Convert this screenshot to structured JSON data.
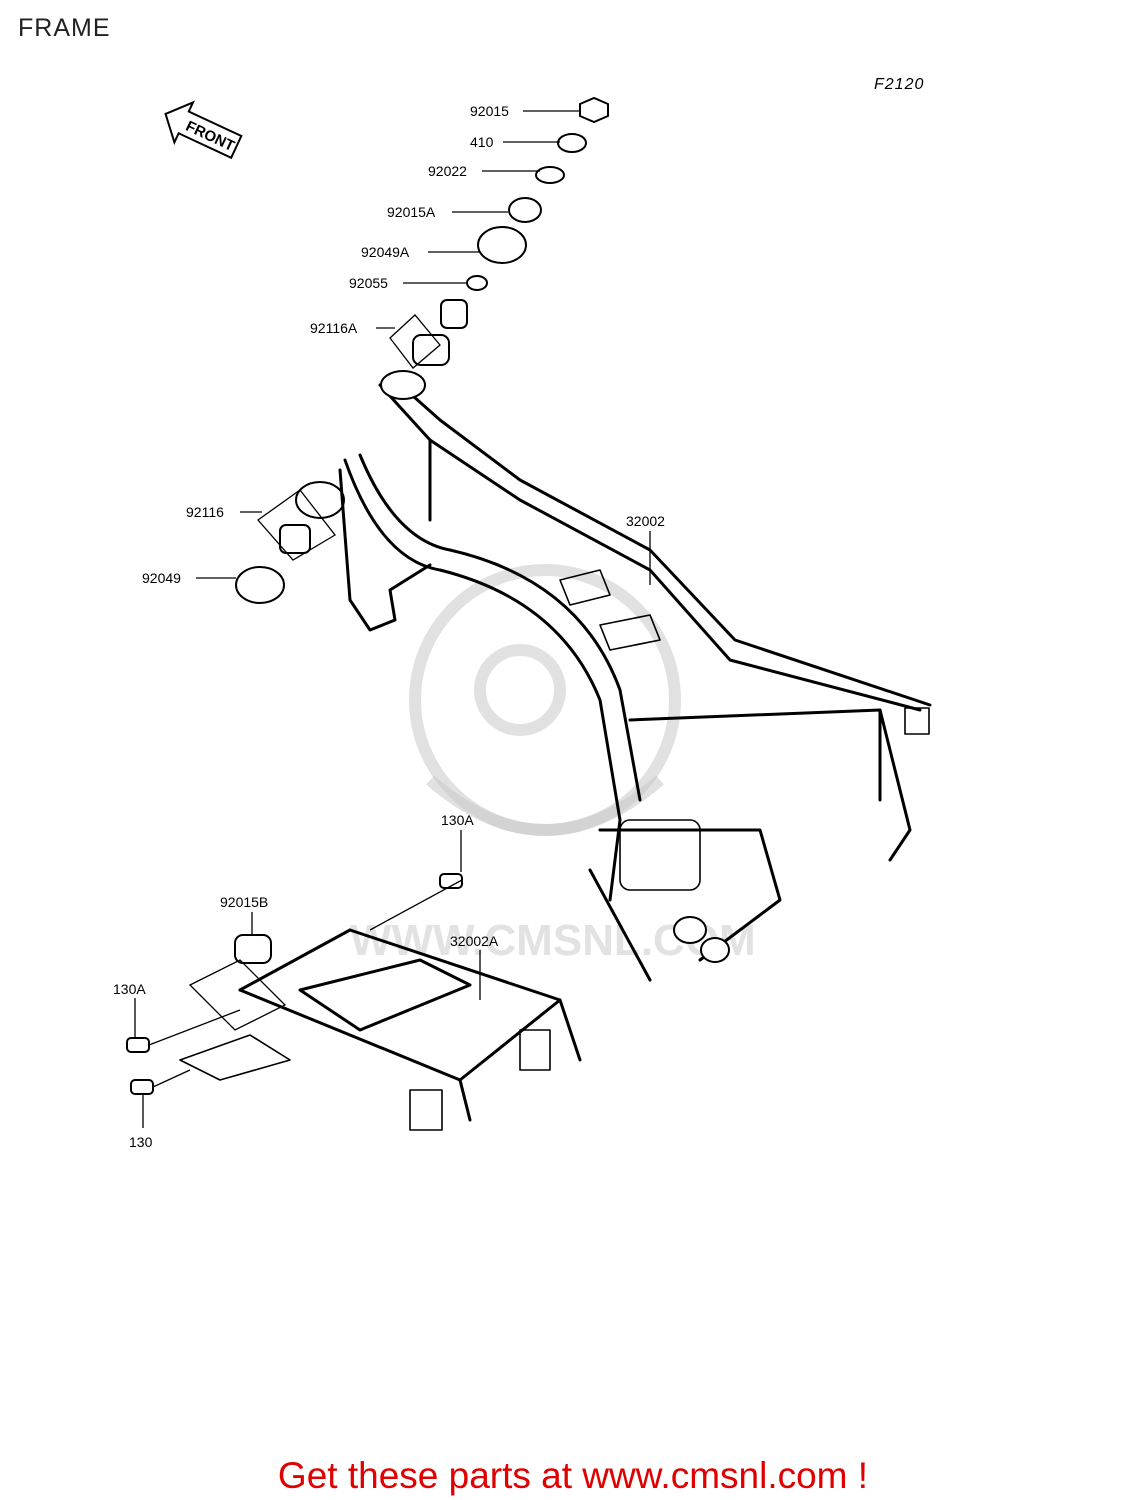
{
  "page": {
    "title": "FRAME",
    "figure_code": "F2120",
    "call_to_action": "Get these parts at www.cmsnl.com !",
    "watermark": "WWW.CMSNL.COM"
  },
  "direction_arrow": {
    "label": "FRONT"
  },
  "parts": [
    {
      "number": "92015"
    },
    {
      "number": "410"
    },
    {
      "number": "92022"
    },
    {
      "number": "92015A"
    },
    {
      "number": "92049A"
    },
    {
      "number": "92055"
    },
    {
      "number": "92116A"
    },
    {
      "number": "92116"
    },
    {
      "number": "92049"
    },
    {
      "number": "32002"
    },
    {
      "number": "130A"
    },
    {
      "number": "92015B"
    },
    {
      "number": "32002A"
    },
    {
      "number": "130A"
    },
    {
      "number": "130"
    }
  ],
  "colors": {
    "cta": "#e00000",
    "line": "#000000",
    "watermark": "#c8c8c8"
  }
}
